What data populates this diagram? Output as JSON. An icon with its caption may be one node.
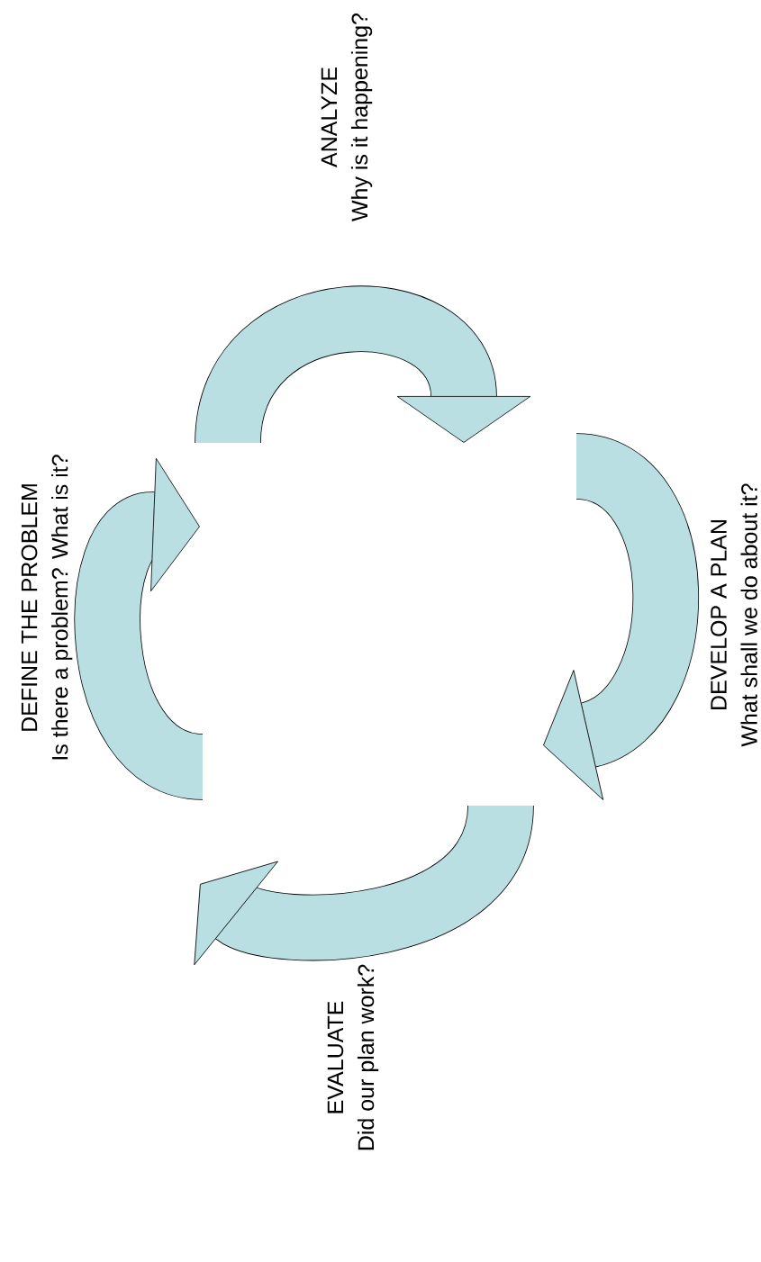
{
  "diagram": {
    "nodes": [
      {
        "text": [
          "DEFINE THE PROBLEM",
          "Is there a problem?  What is it?"
        ]
      },
      {
        "text": [
          "ANALYZE",
          "Why is it happening?"
        ]
      },
      {
        "text": [
          "DEVELOP A PLAN",
          "What shall we do about it?"
        ]
      },
      {
        "text": [
          "EVALUATE",
          "Did our plan work?"
        ]
      },
      {
        "text": [],
        "shape": "arrow"
      },
      {
        "text": [],
        "shape": "arrow"
      },
      {
        "text": [],
        "shape": "arrow"
      },
      {
        "text": [],
        "shape": "arrow"
      }
    ]
  }
}
